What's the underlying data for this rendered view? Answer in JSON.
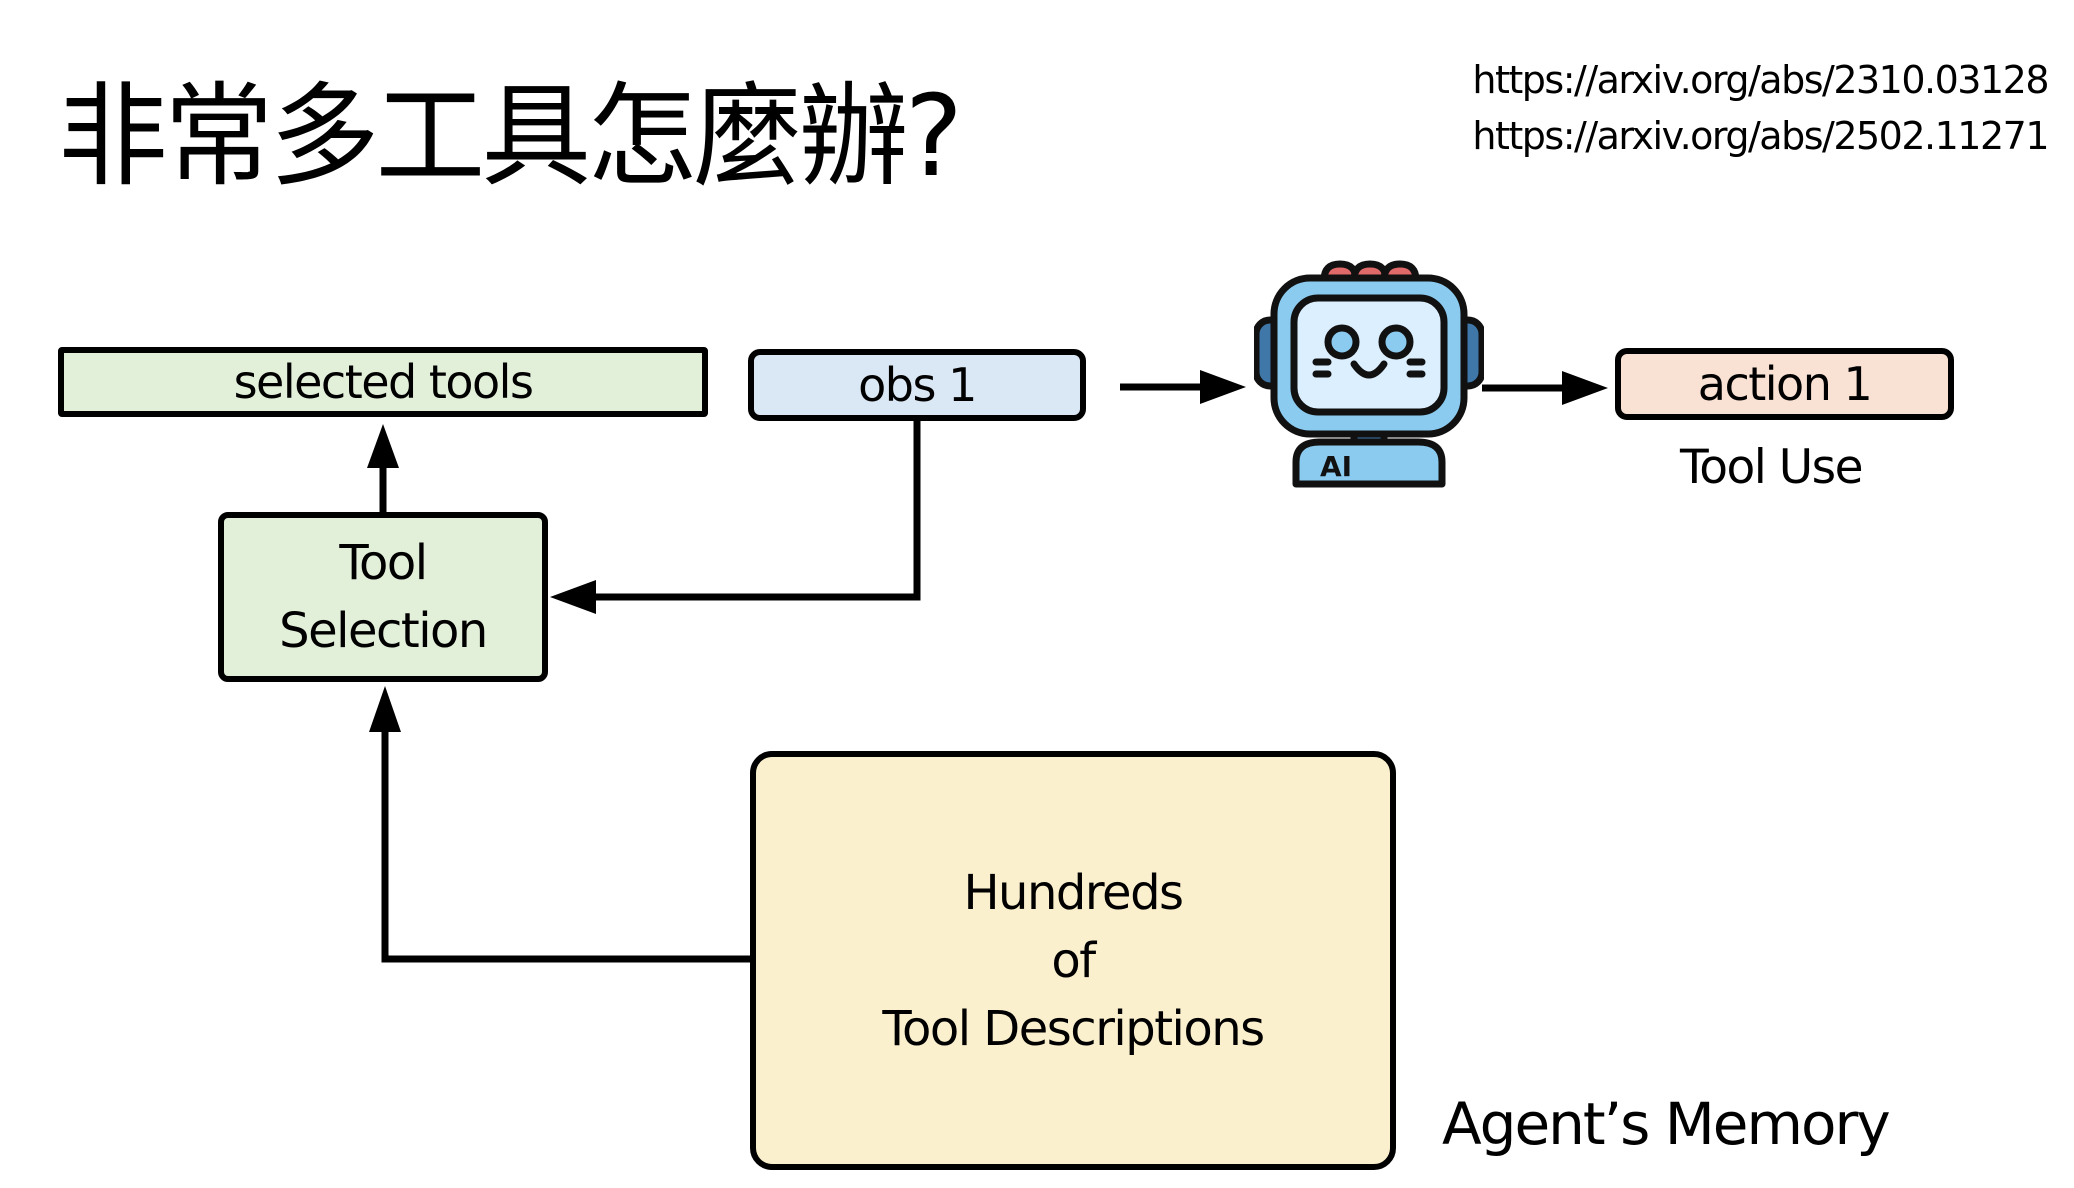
{
  "slide": {
    "title": "非常多工具怎麼辦?",
    "references": [
      "https://arxiv.org/abs/2310.03128",
      "https://arxiv.org/abs/2502.11271"
    ]
  },
  "diagram": {
    "nodes": {
      "selected_tools": {
        "label": "selected tools",
        "color": "#e2efd9"
      },
      "obs": {
        "label": "obs 1",
        "color": "#dae7f4"
      },
      "action": {
        "label": "action 1",
        "color": "#f9e2d4"
      },
      "tool_selection": {
        "lines": [
          "Tool",
          "Selection"
        ],
        "color": "#e2efd9"
      },
      "memory": {
        "lines": [
          "Hundreds",
          "of",
          "Tool Descriptions"
        ],
        "color": "#fbf0cd"
      },
      "agent": {
        "icon": "robot-ai-icon",
        "badge": "AI"
      }
    },
    "labels": {
      "tool_use": "Tool Use",
      "agent_memory": "Agent’s Memory"
    },
    "edges": [
      {
        "from": "obs",
        "to": "agent"
      },
      {
        "from": "agent",
        "to": "action"
      },
      {
        "from": "obs",
        "to": "tool_selection"
      },
      {
        "from": "tool_selection",
        "to": "selected_tools"
      },
      {
        "from": "memory",
        "to": "tool_selection"
      }
    ]
  }
}
